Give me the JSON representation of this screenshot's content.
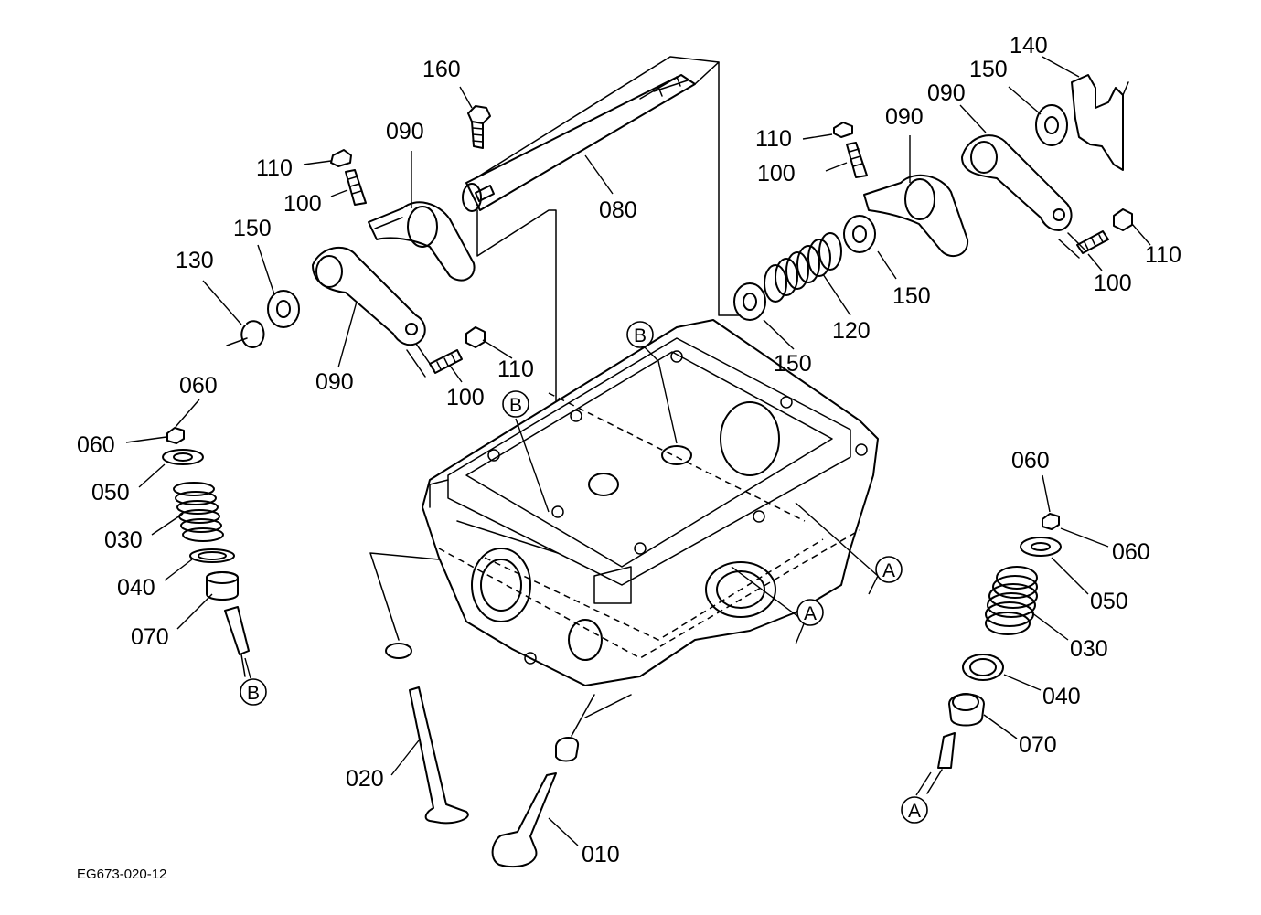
{
  "drawing_code": "EG673-020-12",
  "part_labels": {
    "p160": "160",
    "p080": "080",
    "p140": "140",
    "p150_tr": "150",
    "p090_tr": "090",
    "p090_mid": "090",
    "p110_r1": "110",
    "p100_r1": "100",
    "p110_r2": "110",
    "p100_r2": "100",
    "p150_mid": "150",
    "p120": "120",
    "p150_low": "150",
    "p090_tl": "090",
    "p110_l1": "110",
    "p100_l1": "100",
    "p150_l": "150",
    "p130": "130",
    "p090_bl": "090",
    "p110_l2": "110",
    "p100_l2": "100",
    "p060_l1": "060",
    "p060_l2": "060",
    "p050_l": "050",
    "p030_l": "030",
    "p040_l": "040",
    "p070_l": "070",
    "p060_r1": "060",
    "p060_r2": "060",
    "p050_r": "050",
    "p030_r": "030",
    "p040_r": "040",
    "p070_r": "070",
    "p020": "020",
    "p010": "010"
  },
  "ref_marks": {
    "b_top": "B",
    "b_mid": "B",
    "b_left": "B",
    "a_right": "A",
    "a_mid": "A",
    "a_bottom": "A"
  }
}
